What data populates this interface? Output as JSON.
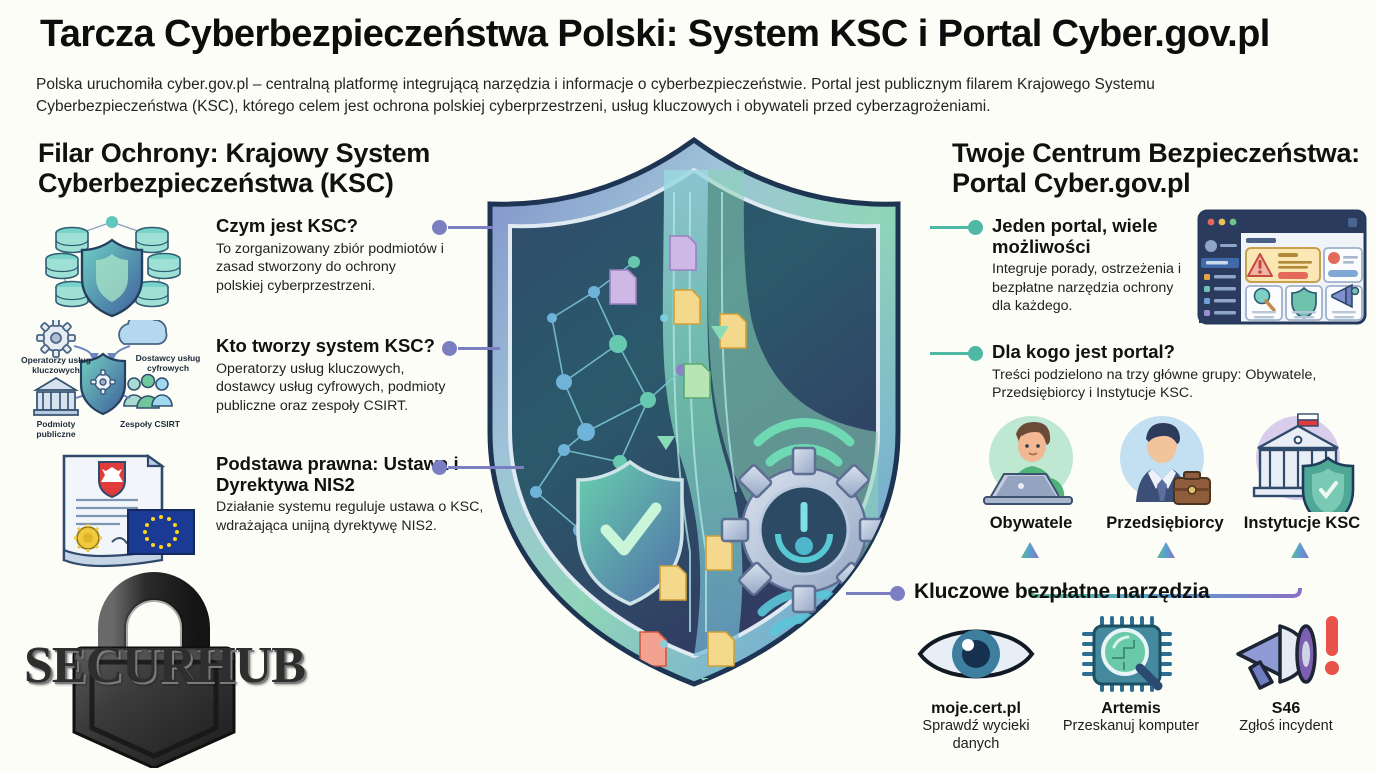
{
  "header": {
    "title": "Tarcza Cyberbezpieczeństwa Polski: System KSC i Portal Cyber.gov.pl",
    "subtitle": "Polska uruchomiła cyber.gov.pl – centralną platformę integrującą narzędzia i informacje o cyberbezpieczeństwie. Portal jest publicznym filarem Krajowego Systemu Cyberbezpieczeństwa (KSC), którego celem jest ochrona polskiej cyberprzestrzeni, usług kluczowych i obywateli przed cyberzagrożeniami."
  },
  "left_column": {
    "heading": "Filar Ochrony: Krajowy System Cyberbezpieczeństwa (KSC)",
    "items": [
      {
        "title": "Czym jest KSC?",
        "body": "To zorganizowany zbiór podmiotów i zasad stworzony do ochrony polskiej cyberprzestrzeni.",
        "icon": "database-network-shield-icon"
      },
      {
        "title": "Kto tworzy system KSC?",
        "body": "Operatorzy usług kluczowych, dostawcy usług cyfrowych, podmioty publiczne oraz zespoły CSIRT.",
        "icon": "actors-diagram-icon",
        "icon_labels": [
          "Operatorzy usług kluczowych",
          "Dostawcy usług cyfrowych",
          "Podmioty publiczne",
          "Zespoły CSIRT"
        ]
      },
      {
        "title": "Podstawa prawna: Ustawa i Dyrektywa NIS2",
        "body": "Działanie systemu reguluje ustawa o KSC, wdrażająca unijną dyrektywę NIS2.",
        "icon": "legal-document-icon"
      }
    ]
  },
  "right_column": {
    "heading": "Twoje Centrum Bezpieczeństwa: Portal Cyber.gov.pl",
    "items": [
      {
        "title": "Jeden portal, wiele możliwości",
        "body": "Integruje porady, ostrzeżenia i bezpłatne narzędzia ochrony dla każdego.",
        "icon": "browser-dashboard-icon"
      },
      {
        "title": "Dla kogo jest portal?",
        "body": "Treści podzielono na trzy główne grupy: Obywatele, Przedsiębiorcy i Instytucje KSC.",
        "icon": "audience-icon"
      }
    ],
    "personas": [
      {
        "label": "Obywatele",
        "icon": "person-laptop-icon",
        "accent": "#6cc49a"
      },
      {
        "label": "Przedsiębiorcy",
        "icon": "businessman-briefcase-icon",
        "accent": "#5aa8d6"
      },
      {
        "label": "Instytucje KSC",
        "icon": "government-building-shield-icon",
        "accent": "#8b79c6"
      }
    ],
    "tools_heading": "Kluczowe bezpłatne narzędzia",
    "tools": [
      {
        "name": "moje.cert.pl",
        "desc": "Sprawdź wycieki danych",
        "icon": "eye-icon"
      },
      {
        "name": "Artemis",
        "desc": "Przeskanuj komputer",
        "icon": "chip-magnifier-icon"
      },
      {
        "name": "S46",
        "desc": "Zgłoś incydent",
        "icon": "megaphone-alert-icon"
      }
    ]
  },
  "center": {
    "graphic": "cyber-shield-illustration",
    "elements": [
      "network-nodes",
      "check-shield-badge",
      "data-stream-documents",
      "gear-core-icon",
      "signal-waves-icon"
    ]
  },
  "logo": {
    "text": "SECURHUB",
    "icon": "padlock-icon"
  },
  "credit": "",
  "colors": {
    "accent_purple": "#7b7fc2",
    "accent_teal": "#4fb8a4",
    "background": "#fdfdf8",
    "text": "#111111"
  }
}
